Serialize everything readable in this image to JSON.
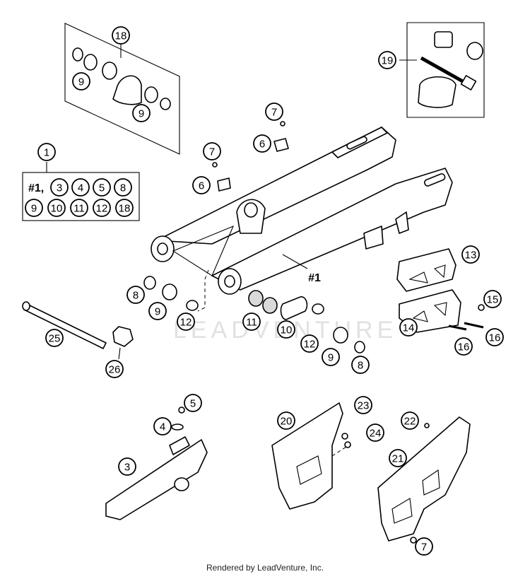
{
  "footer": "Rendered by LeadVenture, Inc.",
  "watermark": "LEADVENTURE",
  "main_label": "#1",
  "kit_box": {
    "label": "1",
    "prefix": "#1,",
    "row1": [
      "3",
      "4",
      "5",
      "8"
    ],
    "row2": [
      "9",
      "10",
      "11",
      "12",
      "18"
    ]
  },
  "callouts": [
    {
      "id": "c18",
      "label": "18"
    },
    {
      "id": "c9a",
      "label": "9"
    },
    {
      "id": "c9b",
      "label": "9"
    },
    {
      "id": "c19",
      "label": "19"
    },
    {
      "id": "c7a",
      "label": "7"
    },
    {
      "id": "c6a",
      "label": "6"
    },
    {
      "id": "c7b",
      "label": "7"
    },
    {
      "id": "c6b",
      "label": "6"
    },
    {
      "id": "c13",
      "label": "13"
    },
    {
      "id": "c8a",
      "label": "8"
    },
    {
      "id": "c9c",
      "label": "9"
    },
    {
      "id": "c12a",
      "label": "12"
    },
    {
      "id": "c11",
      "label": "11"
    },
    {
      "id": "c10",
      "label": "10"
    },
    {
      "id": "c12b",
      "label": "12"
    },
    {
      "id": "c9d",
      "label": "9"
    },
    {
      "id": "c8b",
      "label": "8"
    },
    {
      "id": "c14",
      "label": "14"
    },
    {
      "id": "c15",
      "label": "15"
    },
    {
      "id": "c16a",
      "label": "16"
    },
    {
      "id": "c16b",
      "label": "16"
    },
    {
      "id": "c25",
      "label": "25"
    },
    {
      "id": "c26",
      "label": "26"
    },
    {
      "id": "c5",
      "label": "5"
    },
    {
      "id": "c4",
      "label": "4"
    },
    {
      "id": "c3",
      "label": "3"
    },
    {
      "id": "c20",
      "label": "20"
    },
    {
      "id": "c23",
      "label": "23"
    },
    {
      "id": "c24",
      "label": "24"
    },
    {
      "id": "c22",
      "label": "22"
    },
    {
      "id": "c21",
      "label": "21"
    },
    {
      "id": "c7c",
      "label": "7"
    }
  ]
}
